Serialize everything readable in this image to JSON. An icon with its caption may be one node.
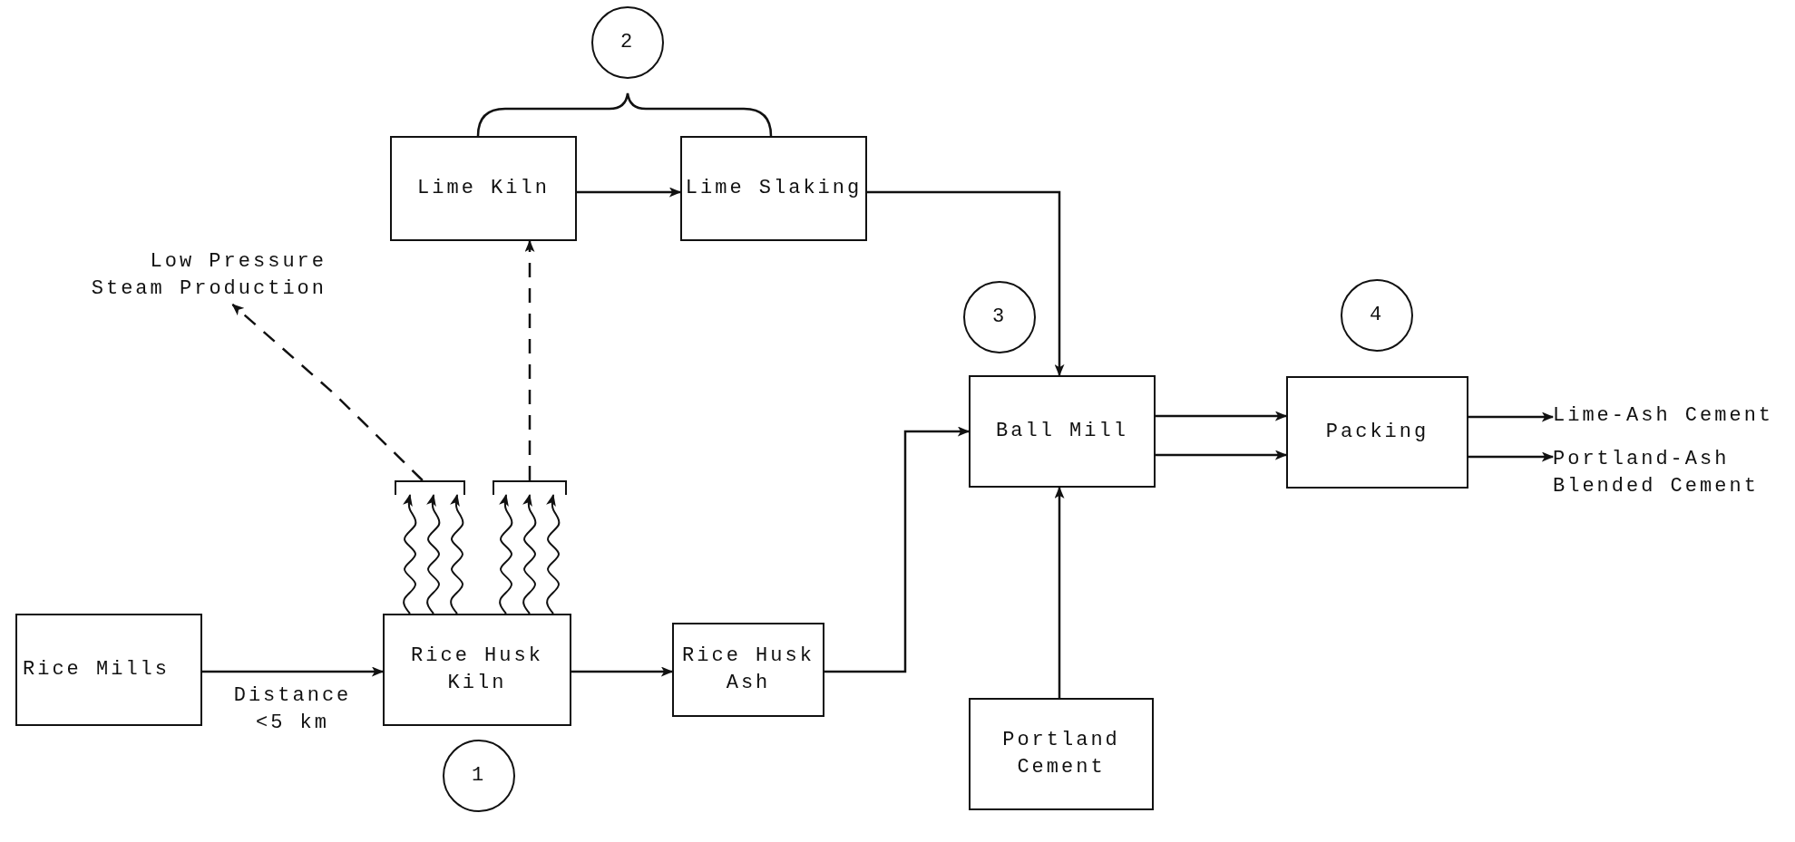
{
  "diagram": {
    "nodes": [
      {
        "text": [
          "2"
        ]
      },
      {
        "text": [
          "Lime Kiln"
        ]
      },
      {
        "text": [
          "Lime Slaking"
        ]
      },
      {
        "text": [
          "Low Pressure Steam Production"
        ]
      },
      {
        "text": [
          "3"
        ]
      },
      {
        "text": [
          "4"
        ]
      },
      {
        "text": [
          "Ball Mill"
        ]
      },
      {
        "text": [
          "Packing"
        ]
      },
      {
        "text": [
          "Lime-Ash Cement"
        ]
      },
      {
        "text": [
          "Portland-Ash Blended Cement"
        ]
      },
      {
        "text": [],
        "shape": "bar"
      },
      {
        "text": [],
        "shape": "bar"
      },
      {
        "text": [
          "Rice Mills"
        ]
      },
      {
        "text": [
          "Rice Husk Kiln"
        ]
      },
      {
        "text": [
          "Rice Husk Ash"
        ]
      },
      {
        "text": [
          "1"
        ]
      },
      {
        "text": [
          "Portland Cement"
        ]
      }
    ],
    "edges": [
      {
        "from": 12,
        "to": 13,
        "arrow": "to",
        "label": "Distance <5 km"
      },
      {
        "from": 13,
        "to": 14,
        "arrow": "to"
      },
      {
        "from": 14,
        "to": 6,
        "arrow": "to"
      },
      {
        "from": 1,
        "to": 2,
        "arrow": "to"
      },
      {
        "from": 2,
        "to": 6,
        "arrow": "to"
      },
      {
        "from": 16,
        "to": 6,
        "arrow": "to"
      },
      {
        "from": 6,
        "to": 7,
        "arrow": "to"
      },
      {
        "from": 6,
        "to": 7,
        "arrow": "to"
      },
      {
        "from": 7,
        "to": 8,
        "arrow": "to"
      },
      {
        "from": 7,
        "to": 9,
        "arrow": "to"
      },
      {
        "from": 10,
        "to": 3,
        "arrow": "to",
        "style": "dashed"
      },
      {
        "from": 11,
        "to": 1,
        "arrow": "to",
        "style": "dashed"
      },
      {
        "from": 13,
        "to": 10,
        "arrow": "to"
      },
      {
        "from": 13,
        "to": 10,
        "arrow": "to"
      },
      {
        "from": 13,
        "to": 10,
        "arrow": "to"
      },
      {
        "from": 13,
        "to": 11,
        "arrow": "to"
      },
      {
        "from": 13,
        "to": 11,
        "arrow": "to"
      },
      {
        "from": 13,
        "to": 11,
        "arrow": "to"
      }
    ]
  }
}
